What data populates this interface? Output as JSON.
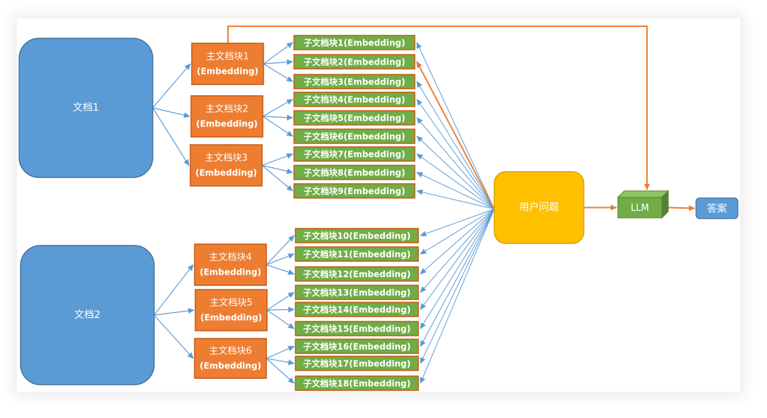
{
  "colors": {
    "doc_fill": "#5b9bd5",
    "doc_stroke": "#41719c",
    "main_fill": "#ed7d31",
    "main_stroke": "#c55a11",
    "sub_fill": "#70ad47",
    "sub_stroke": "#c55a11",
    "question_fill": "#ffc000",
    "question_stroke": "#d6a300",
    "llm_fill": "#70ad47",
    "llm_top": "#8fc463",
    "llm_side": "#548235",
    "answer_fill": "#5b9bd5",
    "blue_arrow": "#5b9bd5",
    "orange_arrow": "#ed7d31",
    "text": "#ffffff"
  },
  "documents": [
    {
      "id": "doc1",
      "label": "文档1"
    },
    {
      "id": "doc2",
      "label": "文档2"
    }
  ],
  "main_chunks": [
    {
      "id": "m1",
      "doc": "doc1",
      "line1": "主文档块1",
      "line2": "(Embedding)"
    },
    {
      "id": "m2",
      "doc": "doc1",
      "line1": "主文档块2",
      "line2": "(Embedding)"
    },
    {
      "id": "m3",
      "doc": "doc1",
      "line1": "主文档块3",
      "line2": "(Embedding)"
    },
    {
      "id": "m4",
      "doc": "doc2",
      "line1": "主文档块4",
      "line2": "(Embedding)"
    },
    {
      "id": "m5",
      "doc": "doc2",
      "line1": "主文档块5",
      "line2": "(Embedding)"
    },
    {
      "id": "m6",
      "doc": "doc2",
      "line1": "主文档块6",
      "line2": "(Embedding)"
    }
  ],
  "sub_chunks": [
    {
      "id": "s1",
      "main": "m1",
      "label": "子文档块1(Embedding)"
    },
    {
      "id": "s2",
      "main": "m1",
      "label": "子文档块2(Embedding)"
    },
    {
      "id": "s3",
      "main": "m1",
      "label": "子文档块3(Embedding)"
    },
    {
      "id": "s4",
      "main": "m2",
      "label": "子文档块4(Embedding)"
    },
    {
      "id": "s5",
      "main": "m2",
      "label": "子文档块5(Embedding)"
    },
    {
      "id": "s6",
      "main": "m2",
      "label": "子文档块6(Embedding)"
    },
    {
      "id": "s7",
      "main": "m3",
      "label": "子文档块7(Embedding)"
    },
    {
      "id": "s8",
      "main": "m3",
      "label": "子文档块8(Embedding)"
    },
    {
      "id": "s9",
      "main": "m3",
      "label": "子文档块9(Embedding)"
    },
    {
      "id": "s10",
      "main": "m4",
      "label": "子文档块10(Embedding)"
    },
    {
      "id": "s11",
      "main": "m4",
      "label": "子文档块11(Embedding)"
    },
    {
      "id": "s12",
      "main": "m4",
      "label": "子文档块12(Embedding)"
    },
    {
      "id": "s13",
      "main": "m5",
      "label": "子文档块13(Embedding)"
    },
    {
      "id": "s14",
      "main": "m5",
      "label": "子文档块14(Embedding)"
    },
    {
      "id": "s15",
      "main": "m5",
      "label": "子文档块15(Embedding)"
    },
    {
      "id": "s16",
      "main": "m6",
      "label": "子文档块16(Embedding)"
    },
    {
      "id": "s17",
      "main": "m6",
      "label": "子文档块17(Embedding)"
    },
    {
      "id": "s18",
      "main": "m6",
      "label": "子文档块18(Embedding)"
    }
  ],
  "question": {
    "label": "用户问题"
  },
  "llm": {
    "label": "LLM"
  },
  "answer": {
    "label": "答案"
  },
  "highlight": {
    "matched_sub": "s2",
    "parent_main": "m1"
  }
}
